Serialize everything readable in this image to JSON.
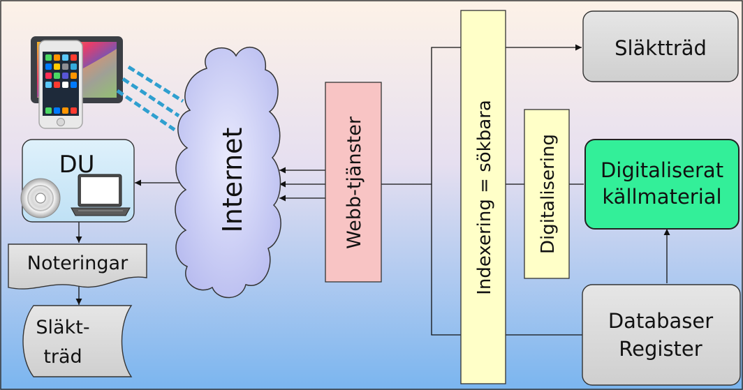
{
  "colors": {
    "background_top": "#fdf2e7",
    "background_bottom": "#7ab5ef",
    "web_services_fill": "#f8c4c4",
    "indexing_fill": "#ffffc8",
    "digitized_fill": "#33ef99",
    "gray_box_fill": "#d9d9d9",
    "dashed_link": "#2f9fcf",
    "cloud_fill": "#c4c8f2"
  },
  "devices": {
    "icon": "tablet-and-phone-icon"
  },
  "du_box": {
    "label": "DU",
    "disc_icon": "cd-disc-icon",
    "laptop_icon": "laptop-icon"
  },
  "notes": {
    "label": "Noteringar",
    "shape": "document"
  },
  "family_tree_local": {
    "line1": "Släkt-",
    "line2": "träd",
    "shape": "stored-data"
  },
  "internet": {
    "label": "Internet",
    "shape": "cloud"
  },
  "web_services": {
    "label": "Webb-tjänster"
  },
  "indexing": {
    "label": "Indexering = sökbara"
  },
  "digitizing": {
    "label": "Digitalisering"
  },
  "family_tree_online": {
    "label": "Släktträd"
  },
  "digitized_material": {
    "line1": "Digitaliserat",
    "line2": "källmaterial"
  },
  "databases": {
    "line1": "Databaser",
    "line2": "Register"
  }
}
